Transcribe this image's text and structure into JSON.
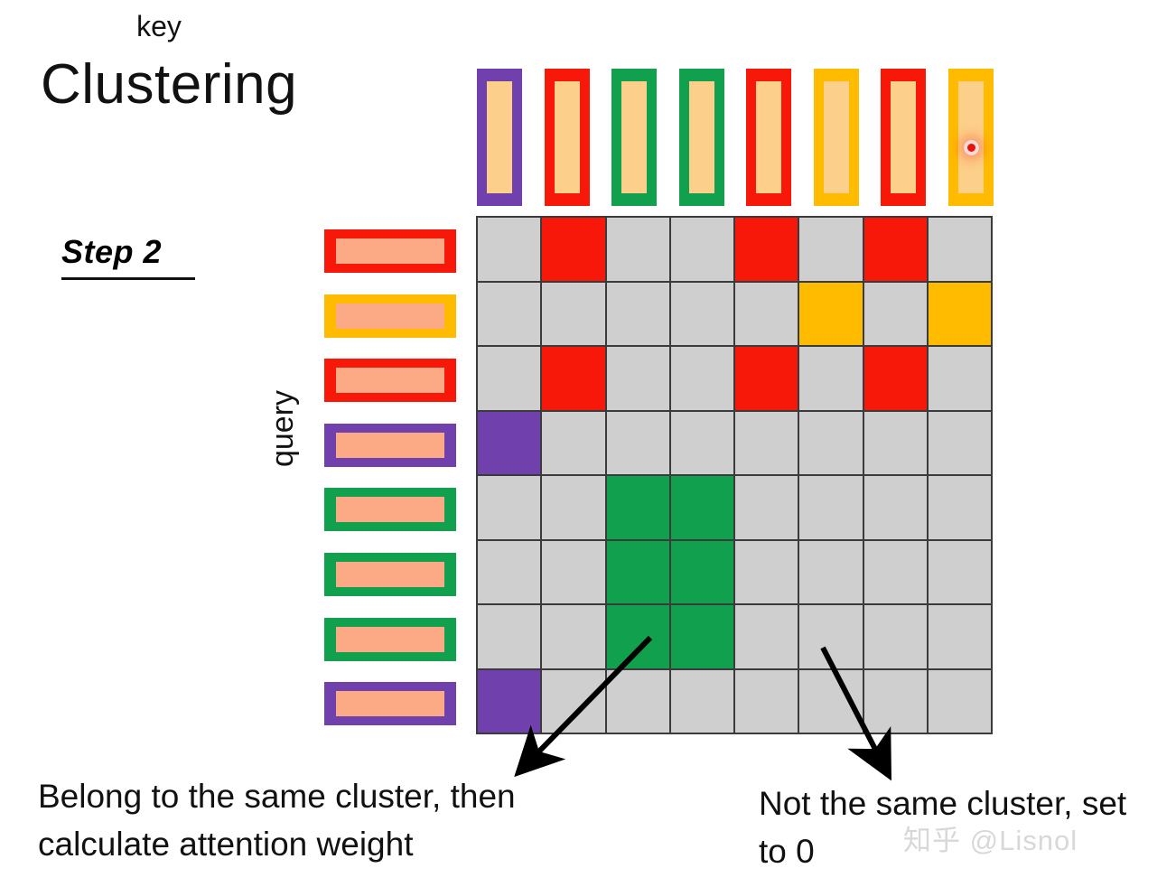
{
  "slide": {
    "title": "Clustering",
    "step_label": "Step 2",
    "key_axis_label": "key",
    "query_axis_label": "query",
    "caption_left": "Belong to the same cluster, then calculate attention weight",
    "caption_right": "Not the same cluster, set to 0",
    "watermark": "知乎 @Lisnol"
  },
  "colors": {
    "purple": "#7040AC",
    "red": "#F8180A",
    "green": "#10A04E",
    "yellow": "#FFBB00",
    "grey": "#CFCFCF",
    "grid_line": "#3b3b3b",
    "key_inner": "#FCD08A",
    "query_inner": "#FCAA85",
    "marker_dot": "#E8140A",
    "text": "#111111",
    "watermark": "#D8D8D8"
  },
  "chart_data": {
    "type": "heatmap",
    "title": "Clustering",
    "xlabel": "key",
    "ylabel": "query",
    "grid": true,
    "rows": 8,
    "cols": 8,
    "legend_position": "none",
    "key_clusters": [
      "purple",
      "red",
      "green",
      "green",
      "red",
      "yellow",
      "red",
      "yellow"
    ],
    "query_clusters": [
      "red",
      "yellow",
      "red",
      "purple",
      "green",
      "green",
      "green",
      "purple"
    ],
    "marker": {
      "on_key_index": 7,
      "shape": "dot",
      "color": "#E8140A"
    },
    "cells": [
      [
        "grey",
        "red",
        "grey",
        "grey",
        "red",
        "grey",
        "red",
        "grey"
      ],
      [
        "grey",
        "grey",
        "grey",
        "grey",
        "grey",
        "yellow",
        "grey",
        "yellow"
      ],
      [
        "grey",
        "red",
        "grey",
        "grey",
        "red",
        "grey",
        "red",
        "grey"
      ],
      [
        "purple",
        "grey",
        "grey",
        "grey",
        "grey",
        "grey",
        "grey",
        "grey"
      ],
      [
        "grey",
        "grey",
        "green",
        "green",
        "grey",
        "grey",
        "grey",
        "grey"
      ],
      [
        "grey",
        "grey",
        "green",
        "green",
        "grey",
        "grey",
        "grey",
        "grey"
      ],
      [
        "grey",
        "grey",
        "green",
        "green",
        "grey",
        "grey",
        "grey",
        "grey"
      ],
      [
        "purple",
        "grey",
        "grey",
        "grey",
        "grey",
        "grey",
        "grey",
        "grey"
      ]
    ],
    "annotations": [
      {
        "text": "Belong to the same cluster, then calculate attention weight",
        "points_to_cell": [
          7,
          3
        ]
      },
      {
        "text": "Not the same cluster, set to 0",
        "points_to_cell": [
          6,
          5
        ]
      }
    ]
  }
}
